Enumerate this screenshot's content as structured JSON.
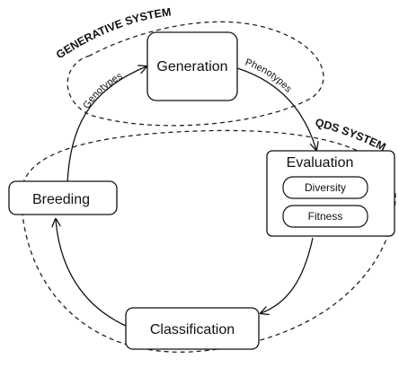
{
  "systems": {
    "generative": "GENERATIVE SYSTEM",
    "qds": "QDS SYSTEM"
  },
  "nodes": {
    "generation": "Generation",
    "evaluation": "Evaluation",
    "breeding": "Breeding",
    "classification": "Classification"
  },
  "evaluation_items": {
    "diversity": "Diversity",
    "fitness": "Fitness"
  },
  "edges": {
    "genotypes": "Genotypes",
    "phenotypes": "Phenotypes"
  }
}
